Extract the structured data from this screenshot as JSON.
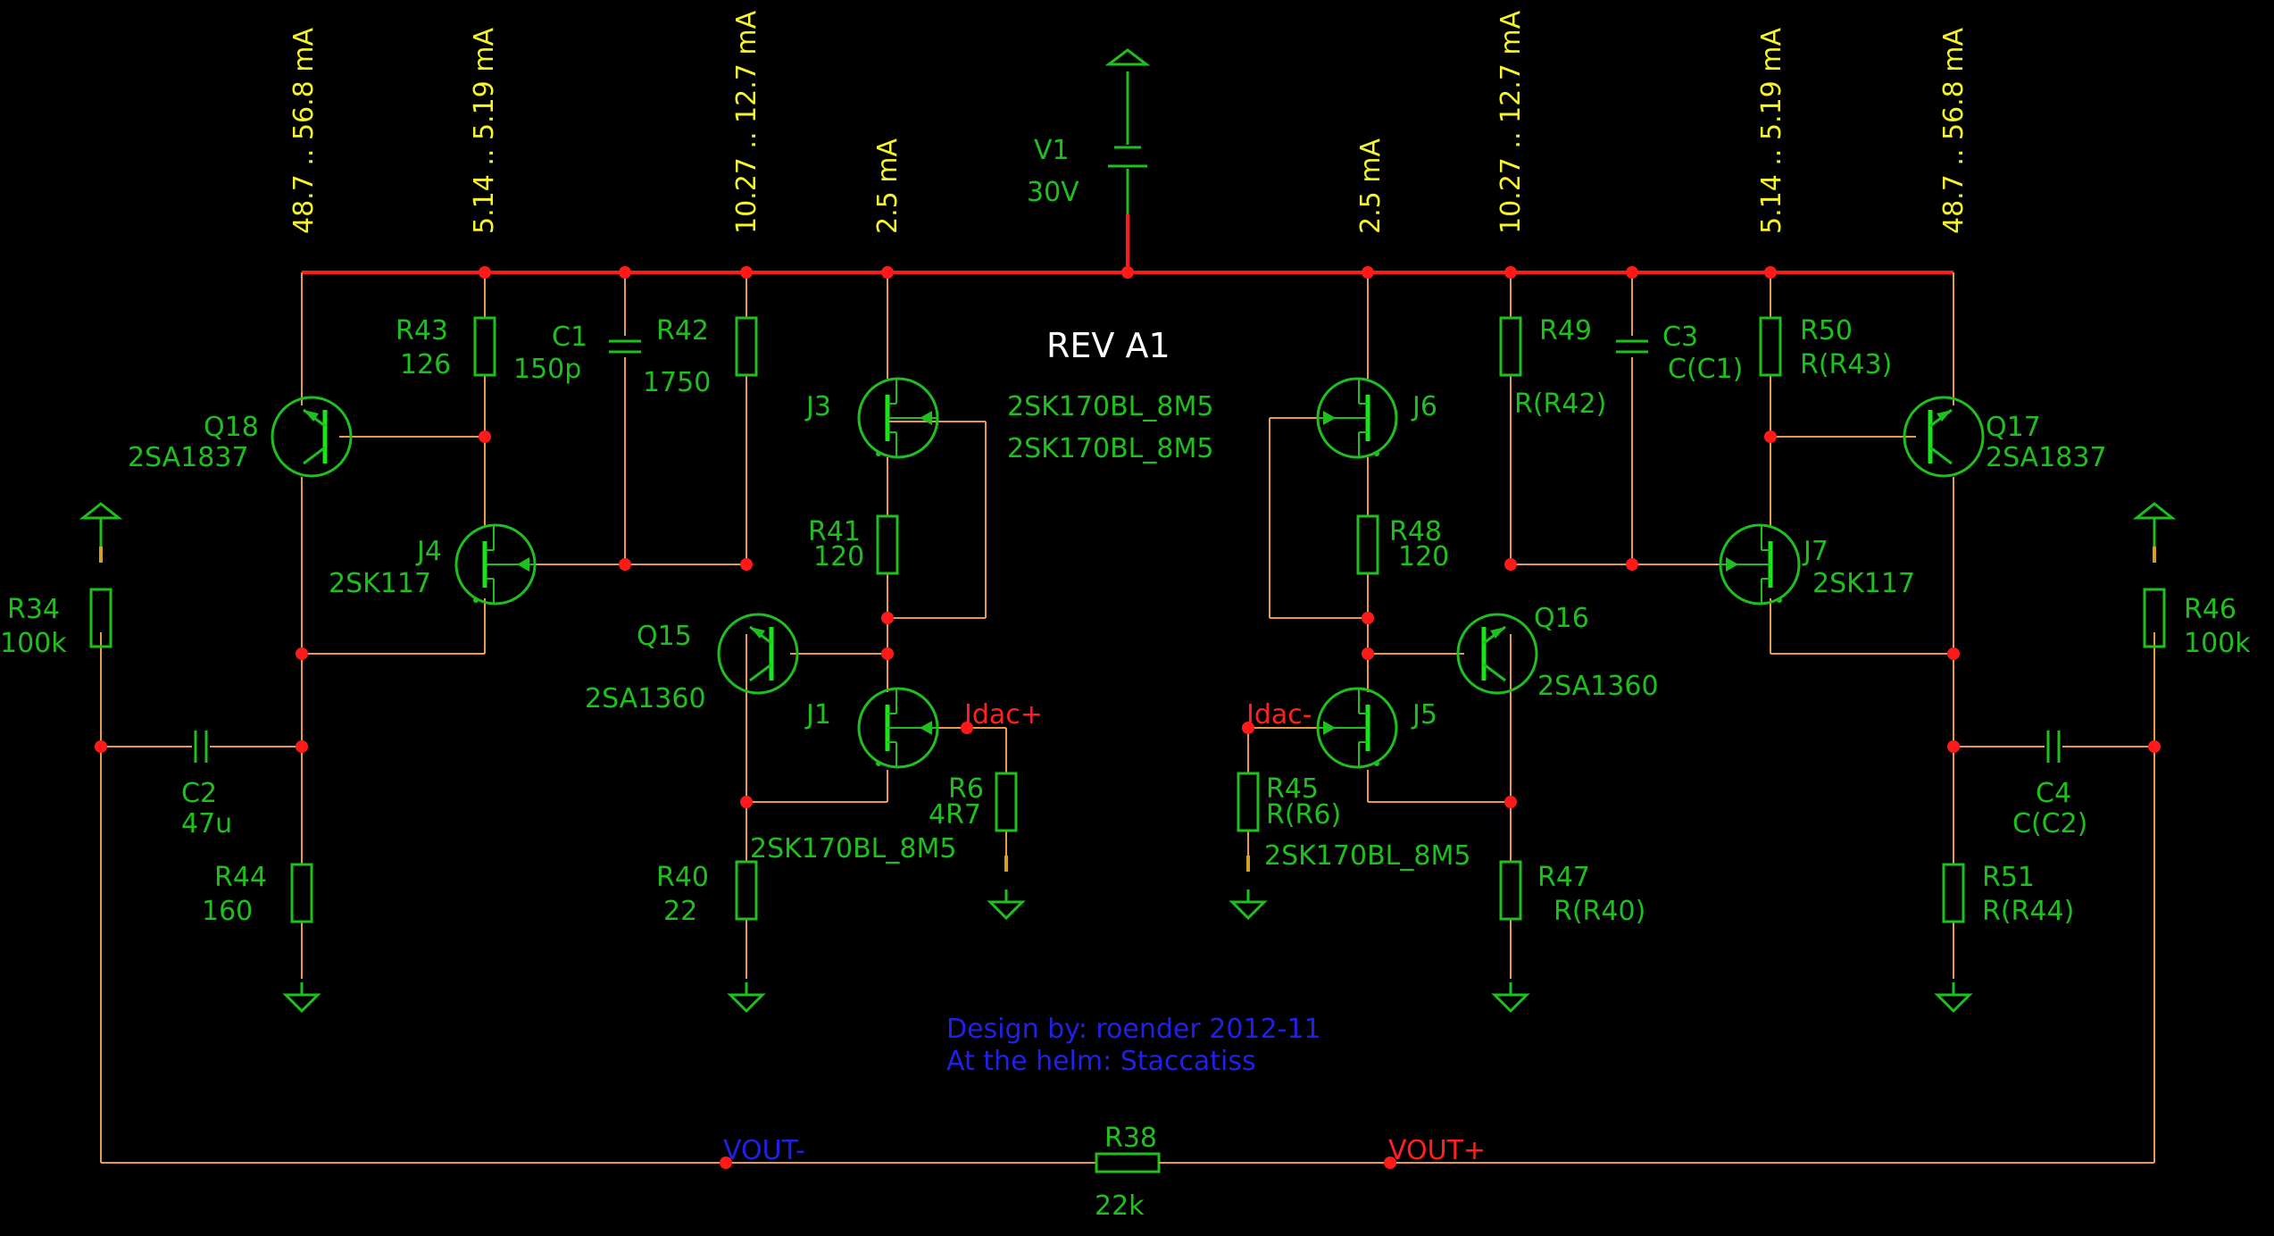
{
  "revision": "REV A1",
  "credits": [
    "Design by: roender 2012-11",
    "At the helm: Staccatiss"
  ],
  "supply": {
    "name": "V1",
    "value": "30V"
  },
  "currents": {
    "q18": "48.7 .. 56.8 mA",
    "r43": "5.14 .. 5.19 mA",
    "r42": "10.27 .. 12.7 mA",
    "j3": "2.5 mA",
    "j6": "2.5 mA",
    "r49": "10.27 .. 12.7 mA",
    "r50": "5.14 .. 5.19 mA",
    "q17": "48.7 .. 56.8 mA"
  },
  "components": {
    "r43": {
      "name": "R43",
      "value": "126"
    },
    "c1": {
      "name": "C1",
      "value": "150p"
    },
    "r42": {
      "name": "R42",
      "value": "1750"
    },
    "j3": {
      "name": "J3",
      "value": "2SK170BL_8M5",
      "value2": "2SK170BL_8M5"
    },
    "q18": {
      "name": "Q18",
      "value": "2SA1837"
    },
    "j4": {
      "name": "J4",
      "value": "2SK117"
    },
    "r41": {
      "name": "R41",
      "value": "120"
    },
    "q15": {
      "name": "Q15",
      "value": "2SA1360"
    },
    "j1": {
      "name": "J1",
      "value": "2SK170BL_8M5"
    },
    "r6": {
      "name": "R6",
      "value": "4R7"
    },
    "r40": {
      "name": "R40",
      "value": "22"
    },
    "r34": {
      "name": "R34",
      "value": "100k"
    },
    "c2": {
      "name": "C2",
      "value": "47u"
    },
    "r44": {
      "name": "R44",
      "value": "160"
    },
    "r49": {
      "name": "R49",
      "value": "R(R42)"
    },
    "c3": {
      "name": "C3",
      "value": "C(C1)"
    },
    "r50": {
      "name": "R50",
      "value": "R(R43)"
    },
    "j6": {
      "name": "J6"
    },
    "q17": {
      "name": "Q17",
      "value": "2SA1837"
    },
    "r48": {
      "name": "R48",
      "value": "120"
    },
    "j7": {
      "name": "J7",
      "value": "2SK117"
    },
    "q16": {
      "name": "Q16",
      "value": "2SA1360"
    },
    "j5": {
      "name": "J5",
      "value": "2SK170BL_8M5"
    },
    "r45": {
      "name": "R45",
      "value": "R(R6)"
    },
    "r47": {
      "name": "R47",
      "value": "R(R40)"
    },
    "r46": {
      "name": "R46",
      "value": "100k"
    },
    "c4": {
      "name": "C4",
      "value": "C(C2)"
    },
    "r51": {
      "name": "R51",
      "value": "R(R44)"
    },
    "r38": {
      "name": "R38",
      "value": "22k"
    }
  },
  "nets": {
    "idac_plus": "Idac+",
    "idac_minus": "Idac-",
    "vout_minus": "VOUT-",
    "vout_plus": "VOUT+"
  },
  "colors": {
    "background": "#000000",
    "wire": "#e89a4a",
    "supply_rail": "#ff1a1a",
    "component": "#1fbf1f",
    "current_label": "#f5f52a",
    "net_label": "#ff2020",
    "credit": "#2020e8"
  }
}
